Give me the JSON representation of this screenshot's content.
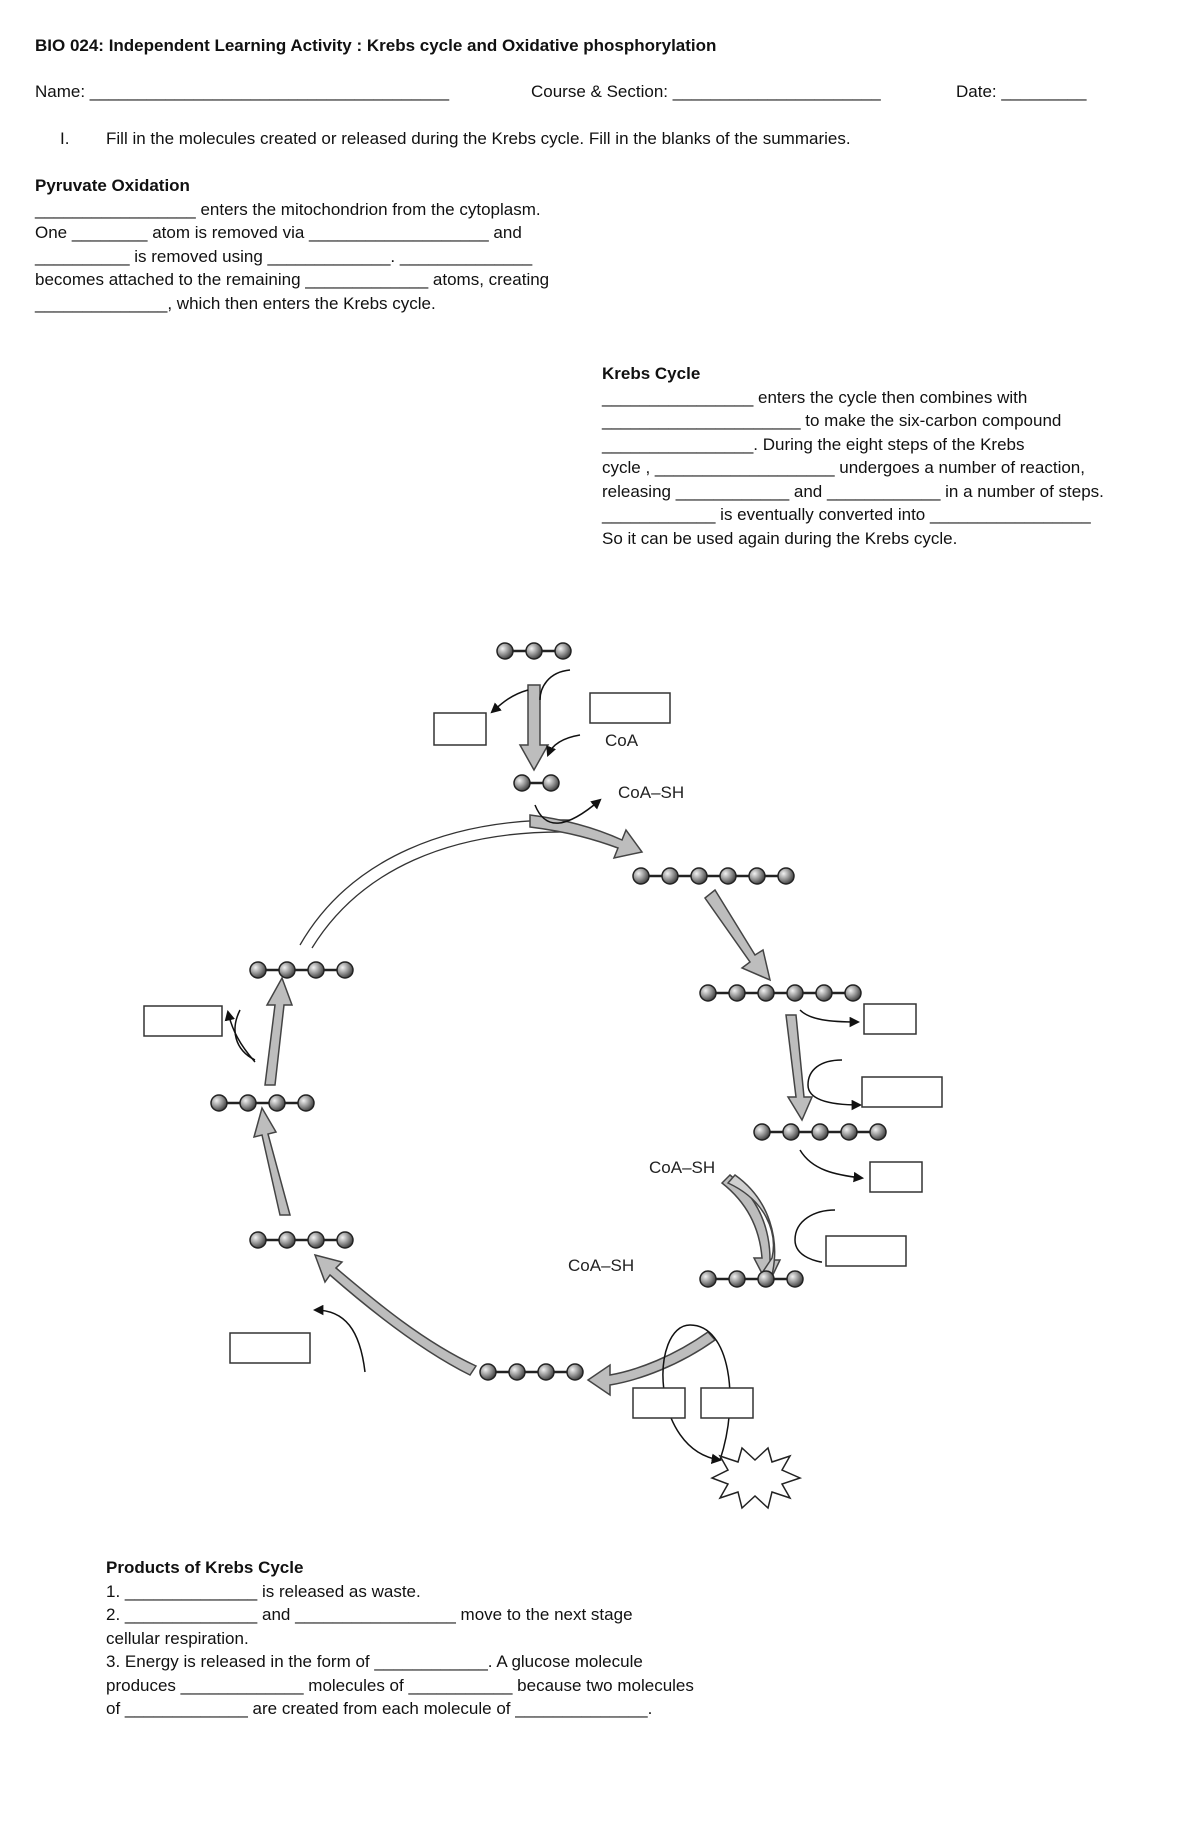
{
  "title": "BIO 024: Independent Learning Activity : Krebs cycle and Oxidative phosphorylation",
  "header": {
    "name": "Name: ______________________________________",
    "course": "Course & Section: ______________________",
    "date": "Date: _________"
  },
  "instruction": {
    "number": "I.",
    "text": "Fill in the molecules created or released during the Krebs cycle. Fill in the blanks of the summaries."
  },
  "pyruvate": {
    "heading": "Pyruvate Oxidation",
    "lines": [
      "_________________ enters the mitochondrion from the cytoplasm.",
      "One ________ atom is removed via ___________________ and",
      "__________ is removed using _____________. ______________",
      "becomes attached to the remaining _____________ atoms, creating",
      "______________, which then enters the Krebs cycle."
    ]
  },
  "krebs": {
    "heading": "Krebs Cycle",
    "lines": [
      "________________ enters the  cycle then combines with",
      "_____________________ to make the six-carbon compound",
      "________________. During the eight steps of the Krebs",
      "cycle , ___________________ undergoes a number of reaction,",
      "releasing ____________ and ____________ in a number of steps.",
      "____________ is eventually converted into _________________",
      "So it can be used again during the Krebs cycle."
    ]
  },
  "diagram": {
    "coa": "CoA",
    "coa_sh_top": "CoA–SH",
    "coa_sh_right": "CoA–SH",
    "coa_sh_bottom": "CoA–SH"
  },
  "products": {
    "heading": "Products of Krebs Cycle",
    "lines": [
      "1. ______________ is released as waste.",
      "2. ______________ and _________________ move to the next stage",
      "cellular respiration.",
      "3. Energy is released in the form of ____________. A glucose molecule",
      "produces _____________ molecules of ___________ because two molecules",
      "of _____________ are created from each molecule of ______________."
    ]
  }
}
